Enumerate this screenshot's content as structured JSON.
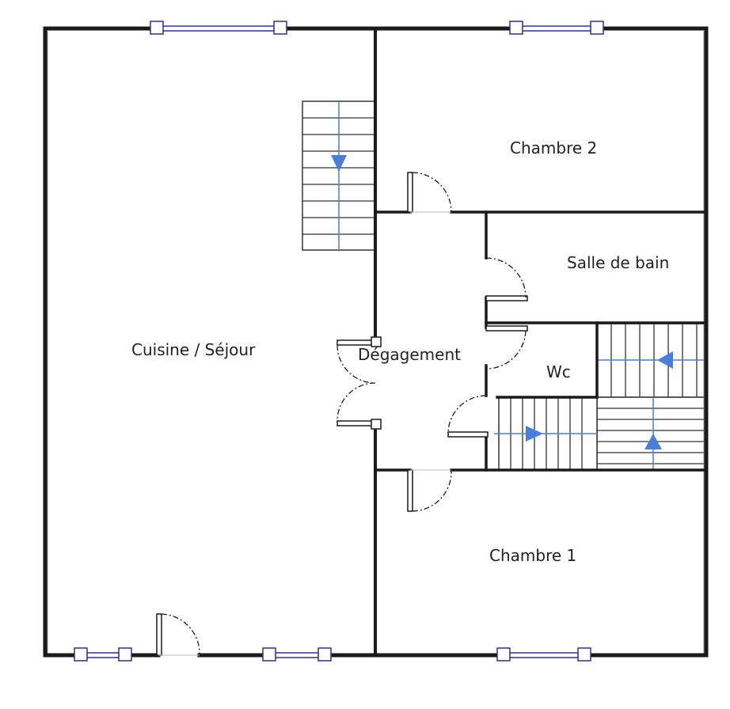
{
  "plan": {
    "rooms": {
      "chambre_2": "Chambre 2",
      "salle_de_bain": "Salle de bain",
      "cuisine_sejour": "Cuisine / Séjour",
      "degagement": "Dégagement",
      "wc": "Wc",
      "chambre_1": "Chambre 1"
    },
    "colors": {
      "wall": "#1a1a1a",
      "window": "#2b2f9a",
      "stair_arrow": "#4a7fd8",
      "stair_line": "#333333"
    }
  }
}
